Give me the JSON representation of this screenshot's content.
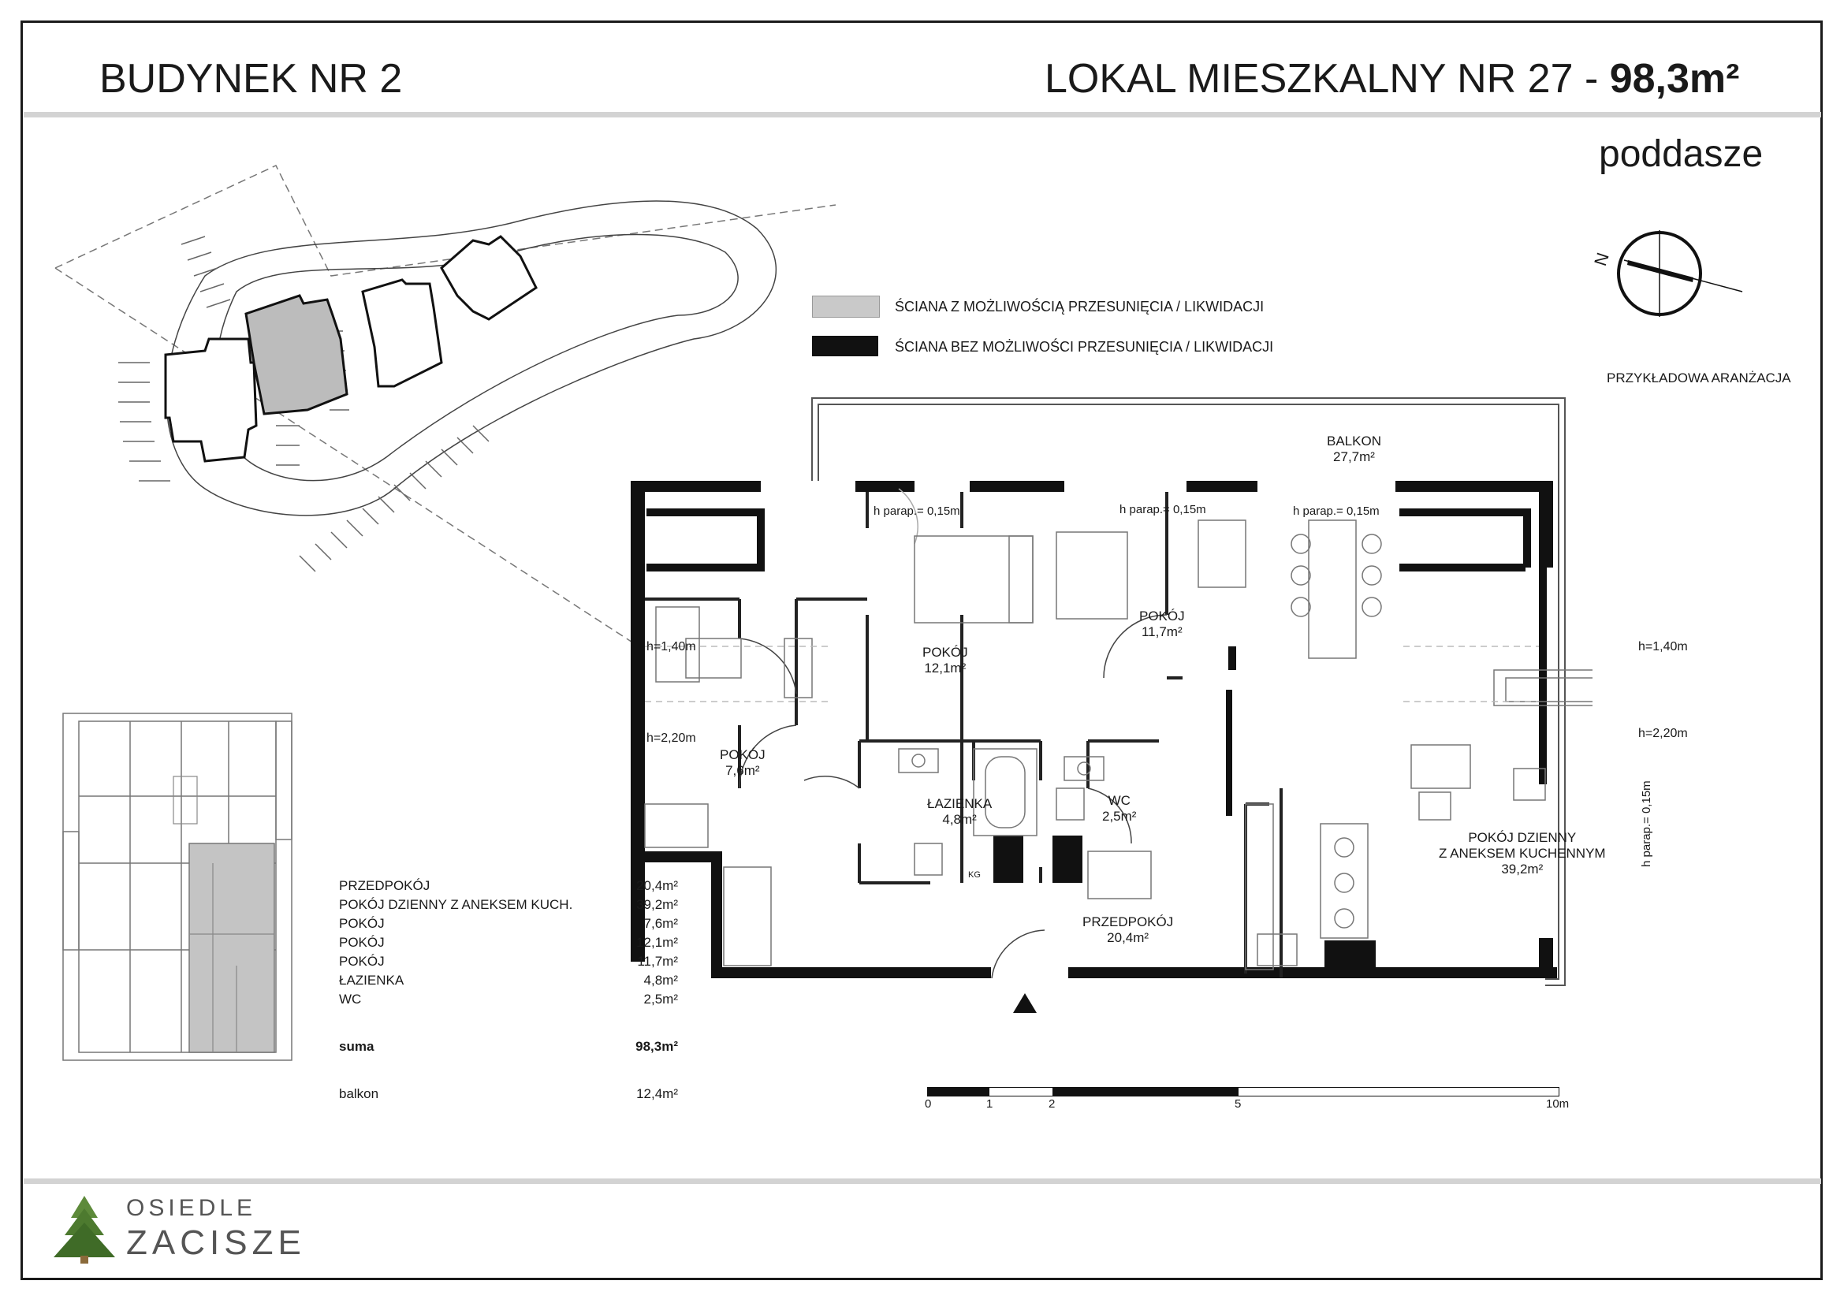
{
  "header": {
    "building": "BUDYNEK NR 2",
    "unit_prefix": "LOKAL MIESZKALNY NR 27 - ",
    "unit_area": "98,3m²"
  },
  "floor_level": "poddasze",
  "compass": {
    "label": "N"
  },
  "legend": [
    {
      "label": "ŚCIANA Z MOŻLIWOŚCIĄ PRZESUNIĘCIA / LIKWIDACJI",
      "color": "#c9c9c9"
    },
    {
      "label": "ŚCIANA BEZ MOŻLIWOŚCI PRZESUNIĘCIA / LIKWIDACJI",
      "color": "#111111"
    }
  ],
  "example_note": "PRZYKŁADOWA ARANŻACJA",
  "plan": {
    "balcony": {
      "name": "BALKON",
      "area": "27,7m²"
    },
    "parapet_labels": [
      "h parap.= 0,15m",
      "h parap.= 0,15m",
      "h parap.= 0,15m",
      "h parap.= 0,15m"
    ],
    "height_labels": [
      "h=1,40m",
      "h=2,20m",
      "h=1,40m",
      "h=2,20m"
    ],
    "rooms": [
      {
        "name": "POKÓJ",
        "area": "7,6m²"
      },
      {
        "name": "POKÓJ",
        "area": "12,1m²"
      },
      {
        "name": "POKÓJ",
        "area": "11,7m²"
      },
      {
        "name": "ŁAZIENKA",
        "area": "4,8m²"
      },
      {
        "name": "WC",
        "area": "2,5m²"
      },
      {
        "name": "PRZEDPOKÓJ",
        "area": "20,4m²"
      },
      {
        "name": "POKÓJ DZIENNY",
        "name2": "Z ANEKSEM KUCHENNYM",
        "area": "39,2m²"
      }
    ],
    "kg_label": "KG"
  },
  "area_table": {
    "rows": [
      {
        "name": "PRZEDPOKÓJ",
        "value": "20,4m²"
      },
      {
        "name": "POKÓJ DZIENNY Z ANEKSEM KUCH.",
        "value": "39,2m²"
      },
      {
        "name": "POKÓJ",
        "value": "7,6m²"
      },
      {
        "name": "POKÓJ",
        "value": "12,1m²"
      },
      {
        "name": "POKÓJ",
        "value": "11,7m²"
      },
      {
        "name": "ŁAZIENKA",
        "value": "4,8m²"
      },
      {
        "name": "WC",
        "value": "2,5m²"
      }
    ],
    "sum": {
      "name": "suma",
      "value": "98,3m²"
    },
    "balcony": {
      "name": "balkon",
      "value": "12,4m²"
    }
  },
  "scale_bar": {
    "ticks": [
      "0",
      "1",
      "2",
      "5",
      "10m"
    ]
  },
  "logo": {
    "line1": "OSIEDLE",
    "line2": "ZACISZE"
  }
}
